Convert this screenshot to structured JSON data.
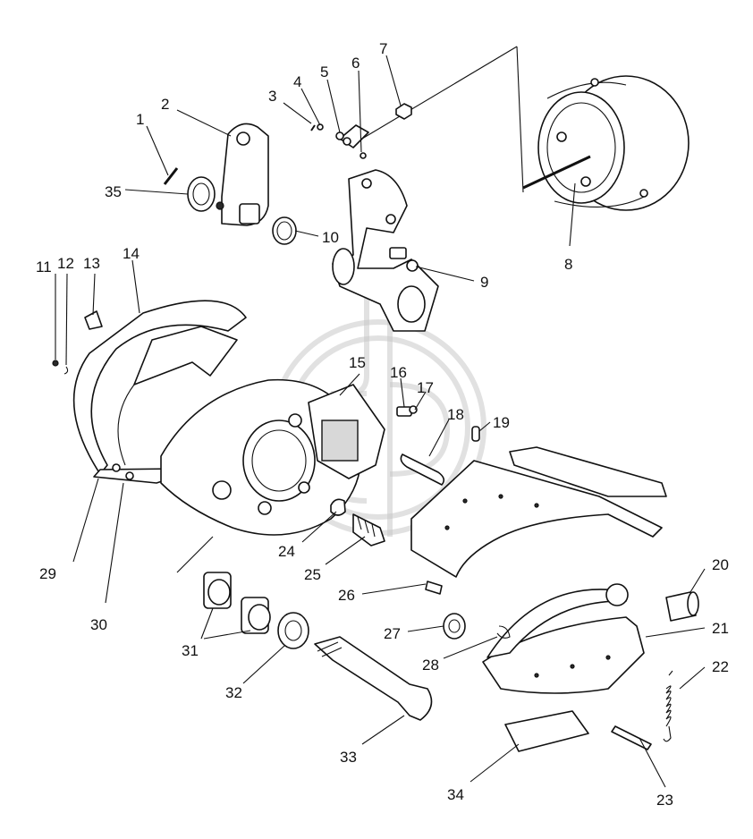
{
  "callouts": [
    {
      "id": "c1",
      "text": "1"
    },
    {
      "id": "c2",
      "text": "2"
    },
    {
      "id": "c3",
      "text": "3"
    },
    {
      "id": "c4",
      "text": "4"
    },
    {
      "id": "c5",
      "text": "5"
    },
    {
      "id": "c6",
      "text": "6"
    },
    {
      "id": "c7",
      "text": "7"
    },
    {
      "id": "c8",
      "text": "8"
    },
    {
      "id": "c9",
      "text": "9"
    },
    {
      "id": "c10",
      "text": "10"
    },
    {
      "id": "c11",
      "text": "11"
    },
    {
      "id": "c12",
      "text": "12"
    },
    {
      "id": "c13",
      "text": "13"
    },
    {
      "id": "c14",
      "text": "14"
    },
    {
      "id": "c15",
      "text": "15"
    },
    {
      "id": "c16",
      "text": "16"
    },
    {
      "id": "c17",
      "text": "17"
    },
    {
      "id": "c18",
      "text": "18"
    },
    {
      "id": "c19",
      "text": "19"
    },
    {
      "id": "c20",
      "text": "20"
    },
    {
      "id": "c21",
      "text": "21"
    },
    {
      "id": "c22",
      "text": "22"
    },
    {
      "id": "c23",
      "text": "23"
    },
    {
      "id": "c24",
      "text": "24"
    },
    {
      "id": "c25",
      "text": "25"
    },
    {
      "id": "c26",
      "text": "26"
    },
    {
      "id": "c27",
      "text": "27"
    },
    {
      "id": "c28",
      "text": "28"
    },
    {
      "id": "c29",
      "text": "29"
    },
    {
      "id": "c30",
      "text": "30"
    },
    {
      "id": "c31",
      "text": "31"
    },
    {
      "id": "c32",
      "text": "32"
    },
    {
      "id": "c33",
      "text": "33"
    },
    {
      "id": "c34",
      "text": "34"
    },
    {
      "id": "c35",
      "text": "35"
    }
  ]
}
